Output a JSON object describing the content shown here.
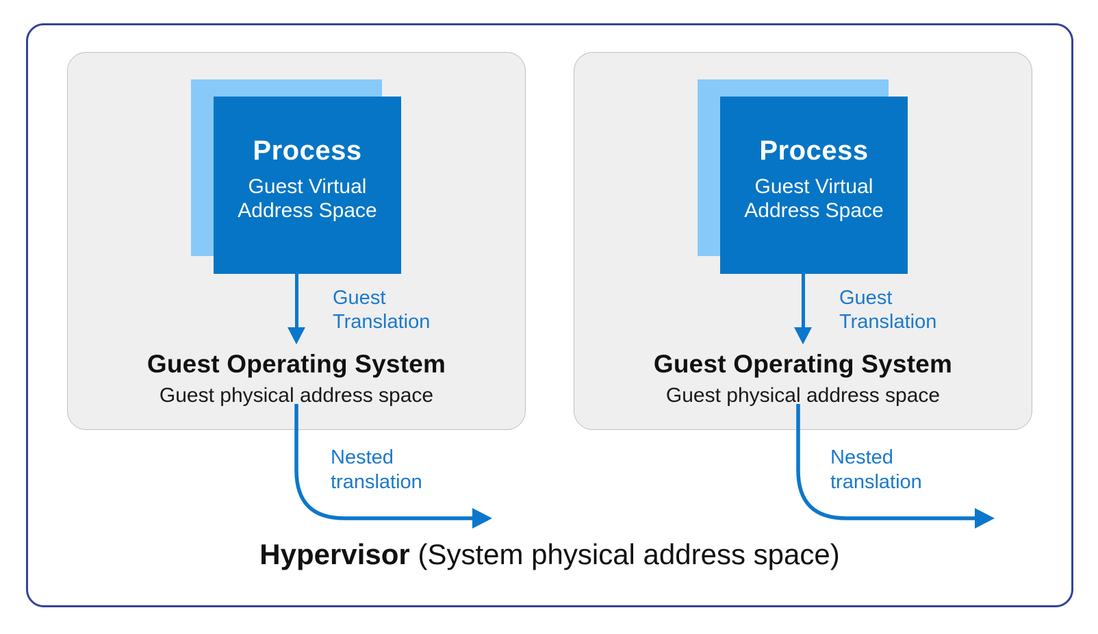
{
  "colors": {
    "background": "#ffffff",
    "outer_border": "#33439b",
    "panel_bg": "#efefef",
    "panel_border": "#bfbfbf",
    "process_box_blue": "#0675c5",
    "process_shadow_light_blue": "#87caf9",
    "arrow_blue": "#0b77cc",
    "label_blue": "#1b79cd",
    "text_black": "#111111"
  },
  "panels": [
    {
      "process_title": "Process",
      "process_subtitle": "Guest Virtual\nAddress Space",
      "guest_translation_label": "Guest\nTranslation",
      "os_title": "Guest Operating System",
      "os_subtitle": "Guest physical address space",
      "nested_translation_label": "Nested\ntranslation"
    },
    {
      "process_title": "Process",
      "process_subtitle": "Guest Virtual\nAddress Space",
      "guest_translation_label": "Guest\nTranslation",
      "os_title": "Guest Operating System",
      "os_subtitle": "Guest physical address space",
      "nested_translation_label": "Nested\ntranslation"
    }
  ],
  "hypervisor": {
    "title_bold": "Hypervisor",
    "title_rest": "(System physical address space)"
  }
}
